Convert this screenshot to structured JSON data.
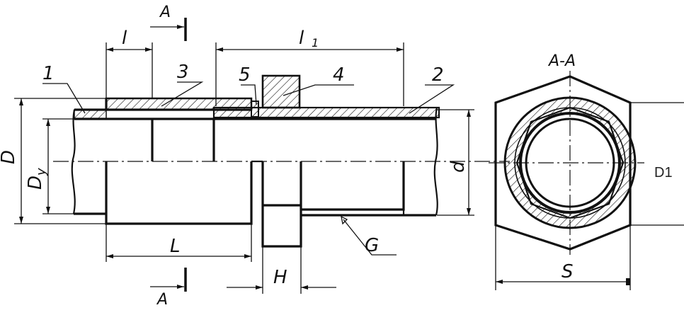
{
  "labels": {
    "part_1": "1",
    "part_2": "2",
    "part_3": "3",
    "part_4": "4",
    "part_5": "5",
    "dim_l": "l",
    "dim_l1": "l",
    "dim_l1_sub": "1",
    "dim_D": "D",
    "dim_Dy": "D",
    "dim_Dy_sub": "y",
    "dim_d": "d",
    "dim_L": "L",
    "dim_H": "H",
    "dim_G": "G",
    "dim_S": "S",
    "section_top": "A",
    "section_bottom": "A",
    "section_title": "A-A",
    "side_label": "D1"
  }
}
